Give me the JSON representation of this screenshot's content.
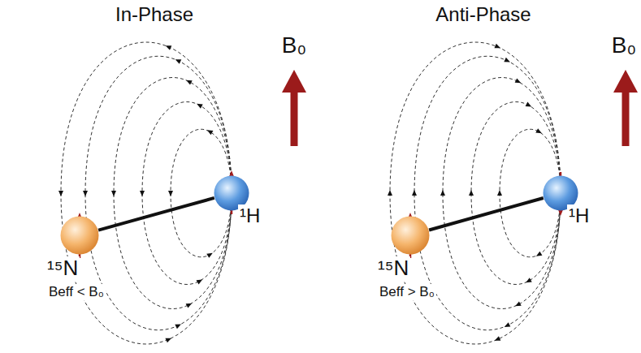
{
  "diagram": {
    "nodes": [
      {
        "text": [
          "¹⁵N",
          "Beff < B₀"
        ]
      },
      {
        "text": [
          "¹H"
        ]
      },
      {
        "text": [
          "¹⁵N",
          "Beff > B₀"
        ]
      },
      {
        "text": [
          "¹H"
        ]
      }
    ],
    "edges": [
      {
        "from": 0,
        "to": 1,
        "arrow": "none"
      },
      {
        "from": 2,
        "to": 3,
        "arrow": "none"
      }
    ],
    "labels": [
      "In-Phase",
      "B₀",
      "Anti-Phase",
      "B₀"
    ]
  }
}
